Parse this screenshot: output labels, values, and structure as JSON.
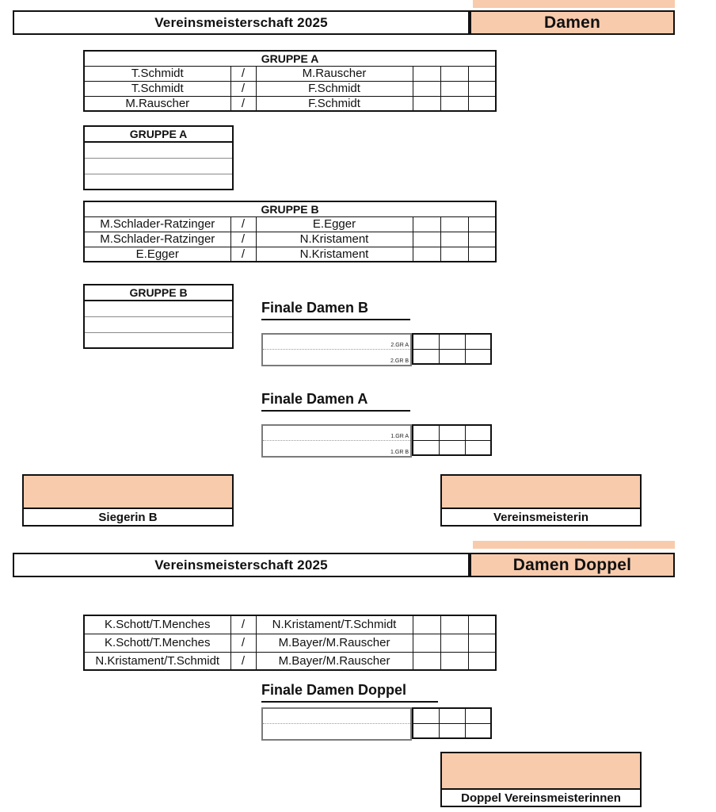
{
  "colors": {
    "accent": "#F8CBAD",
    "line": "#111111"
  },
  "damen": {
    "header": {
      "title": "Vereinsmeisterschaft 2025",
      "category": "Damen"
    },
    "gruppe_a": {
      "title": "GRUPPE A",
      "matches": [
        {
          "left": "T.Schmidt",
          "vs": "/",
          "right": "M.Rauscher"
        },
        {
          "left": "T.Schmidt",
          "vs": "/",
          "right": "F.Schmidt"
        },
        {
          "left": "M.Rauscher",
          "vs": "/",
          "right": "F.Schmidt"
        }
      ]
    },
    "gruppe_a_table": {
      "title": "GRUPPE A"
    },
    "gruppe_b": {
      "title": "GRUPPE B",
      "matches": [
        {
          "left": "M.Schlader-Ratzinger",
          "vs": "/",
          "right": "E.Egger"
        },
        {
          "left": "M.Schlader-Ratzinger",
          "vs": "/",
          "right": "N.Kristament"
        },
        {
          "left": "E.Egger",
          "vs": "/",
          "right": "N.Kristament"
        }
      ]
    },
    "gruppe_b_table": {
      "title": "GRUPPE B"
    },
    "finale_b": {
      "title": "Finale Damen B",
      "row1_label": "2.GR A",
      "row2_label": "2.GR B"
    },
    "finale_a": {
      "title": "Finale Damen A",
      "row1_label": "1.GR A",
      "row2_label": "1.GR B"
    },
    "winner_b_label": "Siegerin B",
    "winner_a_label": "Vereinsmeisterin"
  },
  "doppel": {
    "header": {
      "title": "Vereinsmeisterschaft 2025",
      "category": "Damen Doppel"
    },
    "matches": [
      {
        "left": "K.Schott/T.Menches",
        "vs": "/",
        "right": "N.Kristament/T.Schmidt"
      },
      {
        "left": "K.Schott/T.Menches",
        "vs": "/",
        "right": "M.Bayer/M.Rauscher"
      },
      {
        "left": "N.Kristament/T.Schmidt",
        "vs": "/",
        "right": "M.Bayer/M.Rauscher"
      }
    ],
    "finale": {
      "title": "Finale Damen Doppel"
    },
    "winner_label": "Doppel Vereinsmeisterinnen"
  }
}
